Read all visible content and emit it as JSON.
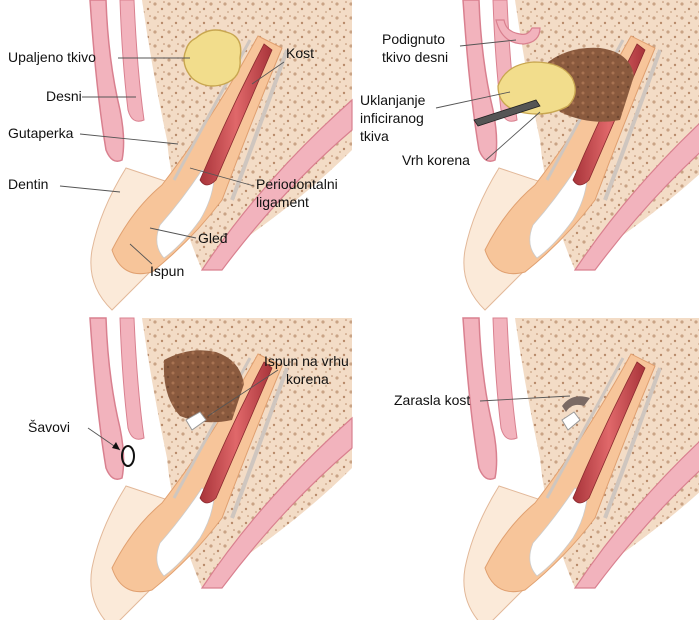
{
  "panels": [
    {
      "id": "p1",
      "labels": {
        "inflamed": "Upaljeno tkivo",
        "bone": "Kost",
        "gum": "Desni",
        "gutta": "Gutaperka",
        "dentin": "Dentin",
        "pdl_1": "Periodontalni",
        "pdl_2": "ligament",
        "enamel": "Gleđ",
        "filling": "Ispun"
      }
    },
    {
      "id": "p2",
      "labels": {
        "raised_1": "Podignuto",
        "raised_2": "tkivo desni",
        "removal_1": "Uklanjanje",
        "removal_2": "inficiranog",
        "removal_3": "tkiva",
        "apex": "Vrh korena"
      }
    },
    {
      "id": "p3",
      "labels": {
        "sutures": "Šavovi",
        "apex_fill_1": "Ispun na vrhu",
        "apex_fill_2": "korena"
      }
    },
    {
      "id": "p4",
      "labels": {
        "healed": "Zarasla kost"
      }
    }
  ],
  "colors": {
    "bone": "#f3dcc6",
    "bone_speckle": "#b88a6a",
    "gum": "#f2b3bd",
    "gum_edge": "#d9808f",
    "dentin": "#f7c59a",
    "enamel": "#fbead9",
    "gutta": "#c9464a",
    "pdl": "#d9d3cf",
    "inflamed": "#f2dd8c",
    "cavity": "#8a5a3e",
    "filling": "#ffffff"
  }
}
